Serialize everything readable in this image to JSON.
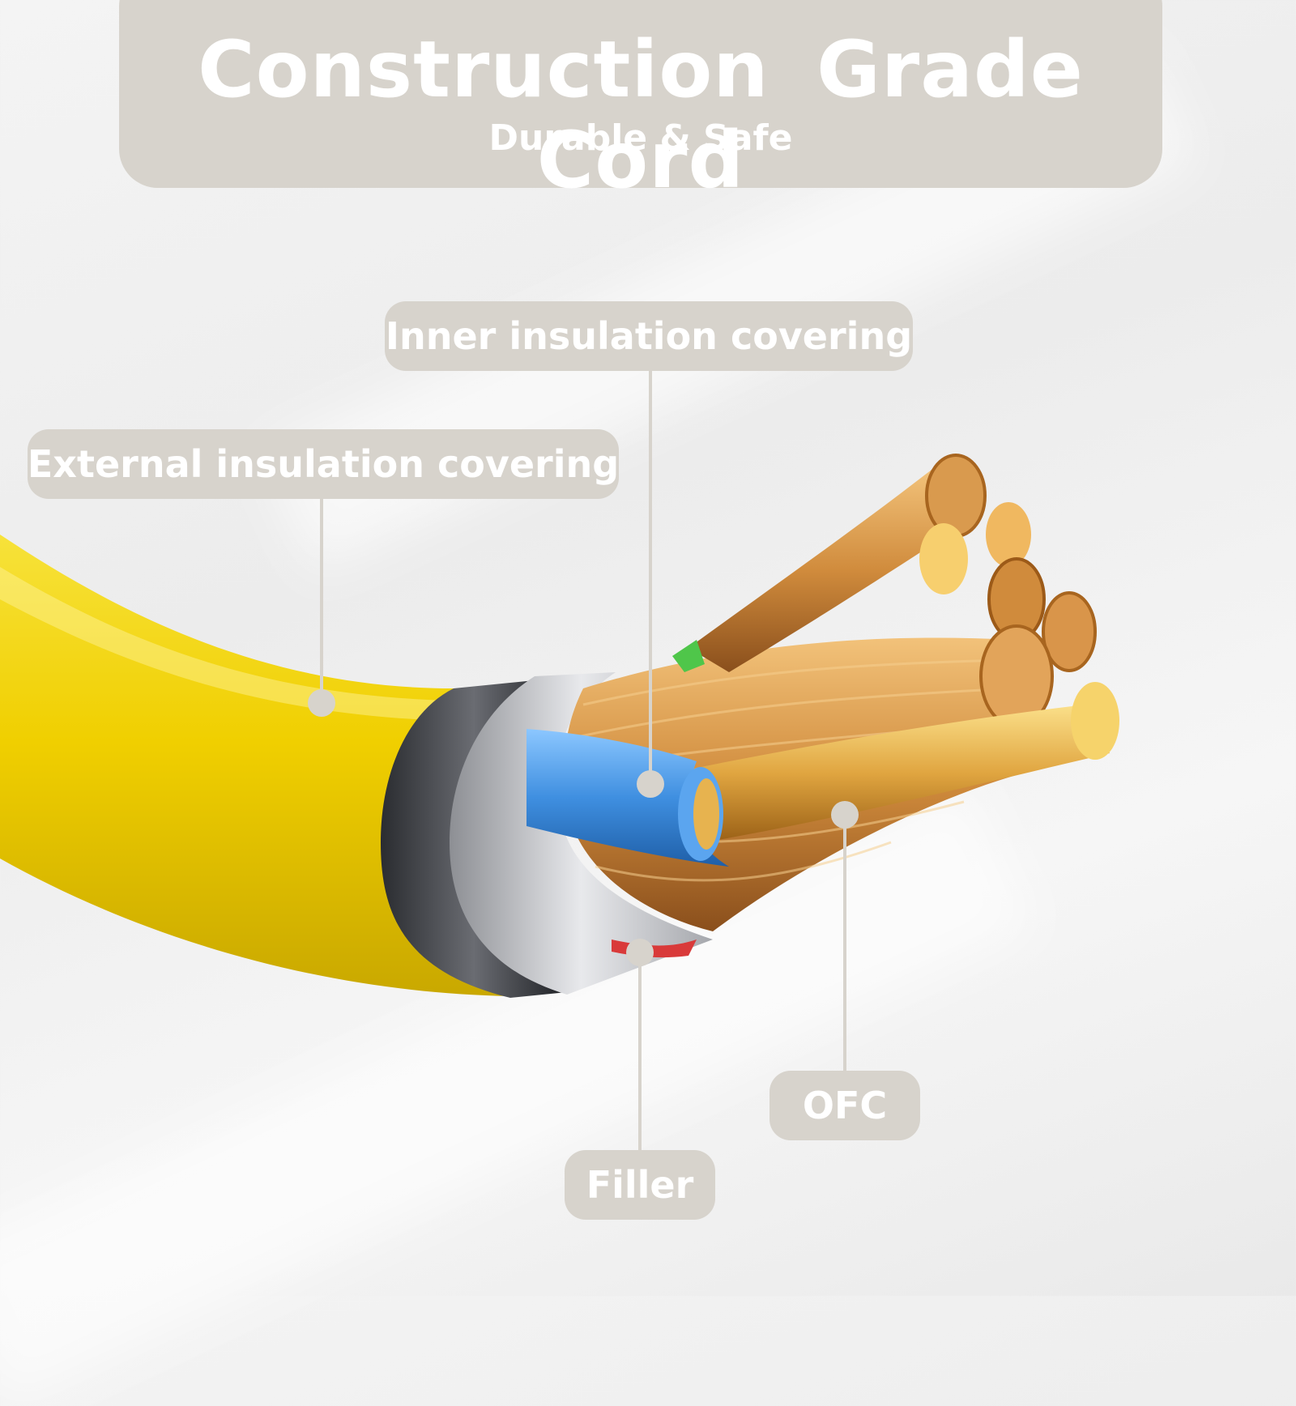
{
  "header": {
    "title": "Construction Grade Cord",
    "subtitle": "Durable & Safe"
  },
  "labels": {
    "inner": "Inner insulation covering",
    "external": "External insulation covering",
    "ofc": "OFC",
    "filler": "Filler"
  },
  "colors": {
    "panel": "#d7d3cc",
    "jacket_yellow": "#f2d200",
    "inner_blue": "#3f8fe0",
    "copper": "#c98a3a"
  }
}
